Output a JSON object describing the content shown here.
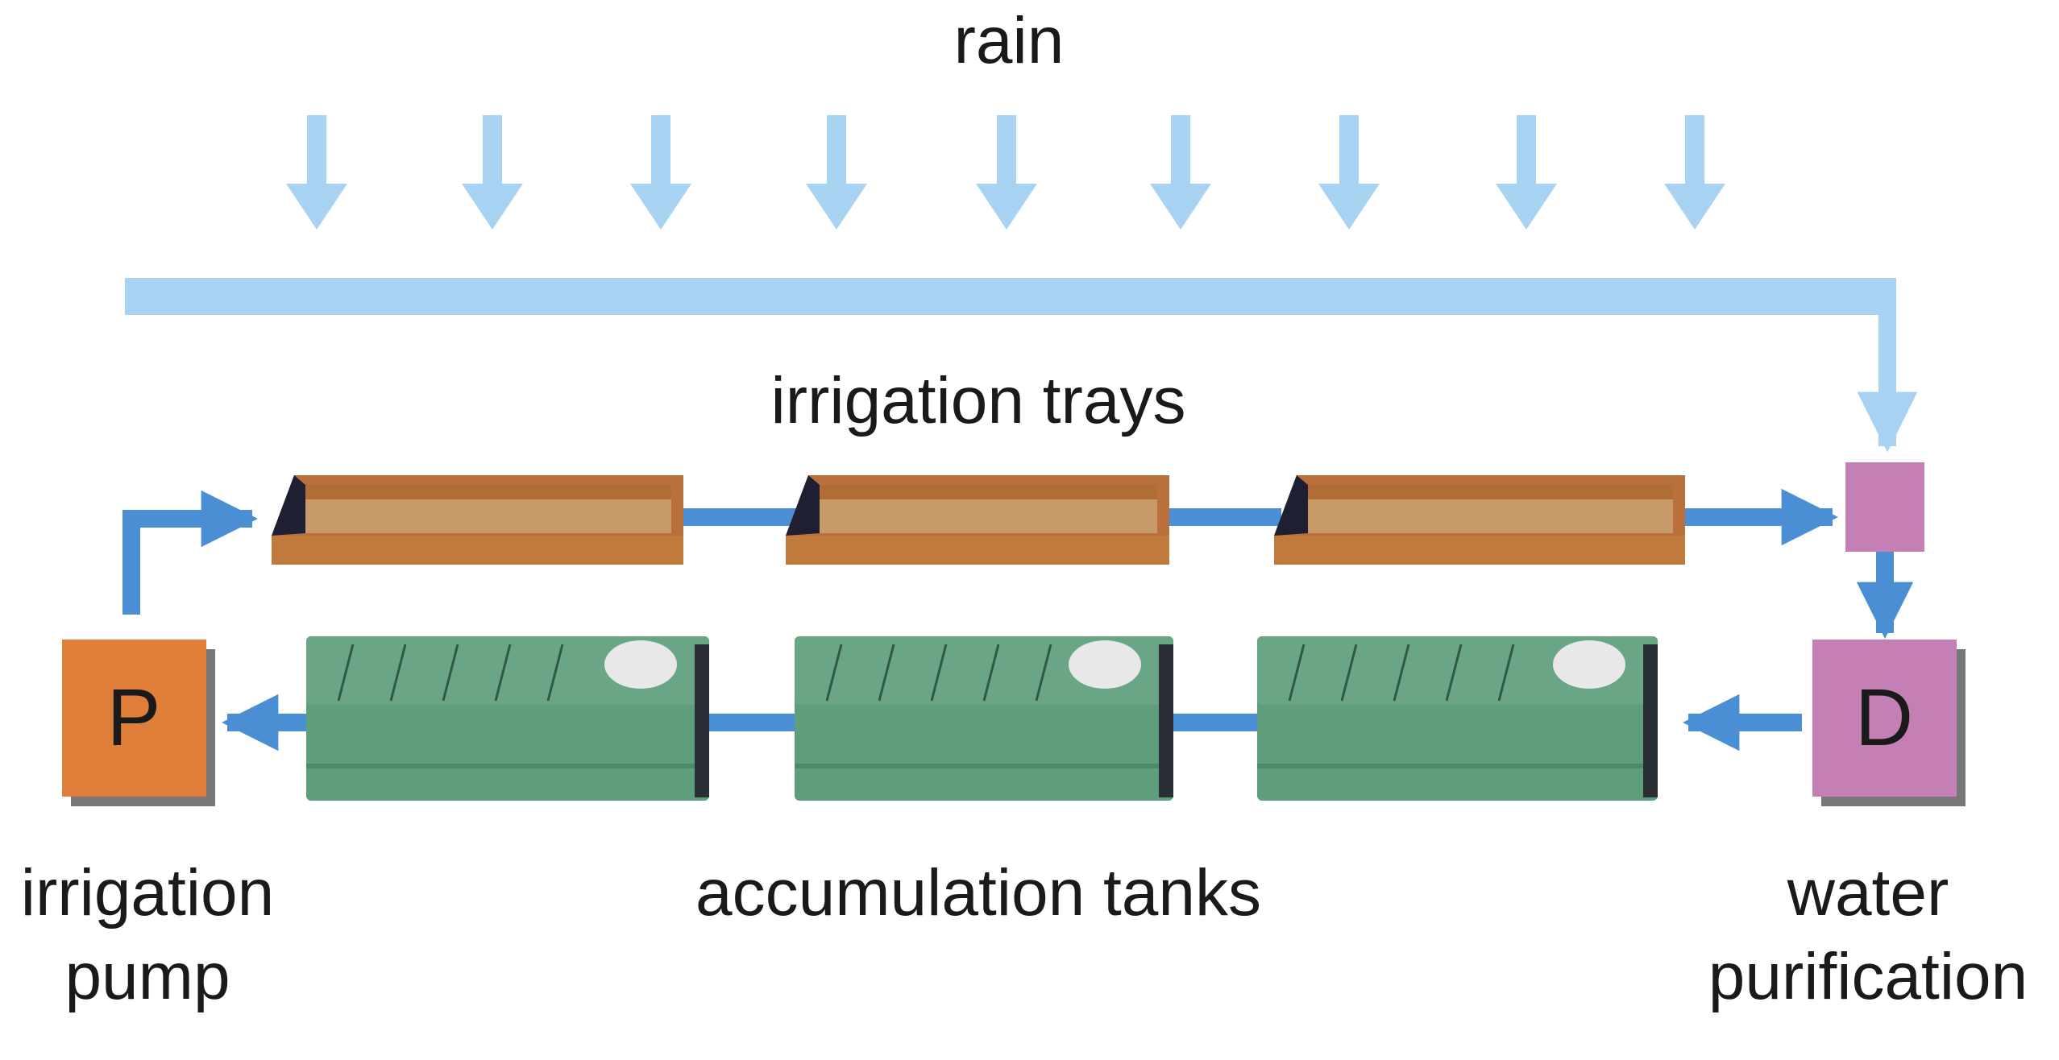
{
  "labels": {
    "rain": "rain",
    "trays": "irrigation trays",
    "tanks": "accumulation tanks",
    "pump_line1": "irrigation",
    "pump_line2": "pump",
    "purif_line1": "water",
    "purif_line2": "purification"
  },
  "boxes": {
    "pump_letter": "P",
    "purifier_letter": "D"
  },
  "colors": {
    "rain": "#a8d2f2",
    "flow": "#4a8fd4",
    "pump": "#e07f3a",
    "purifier": "#c480b5",
    "tray": "#c0783a",
    "tank": "#5f9e7a"
  }
}
